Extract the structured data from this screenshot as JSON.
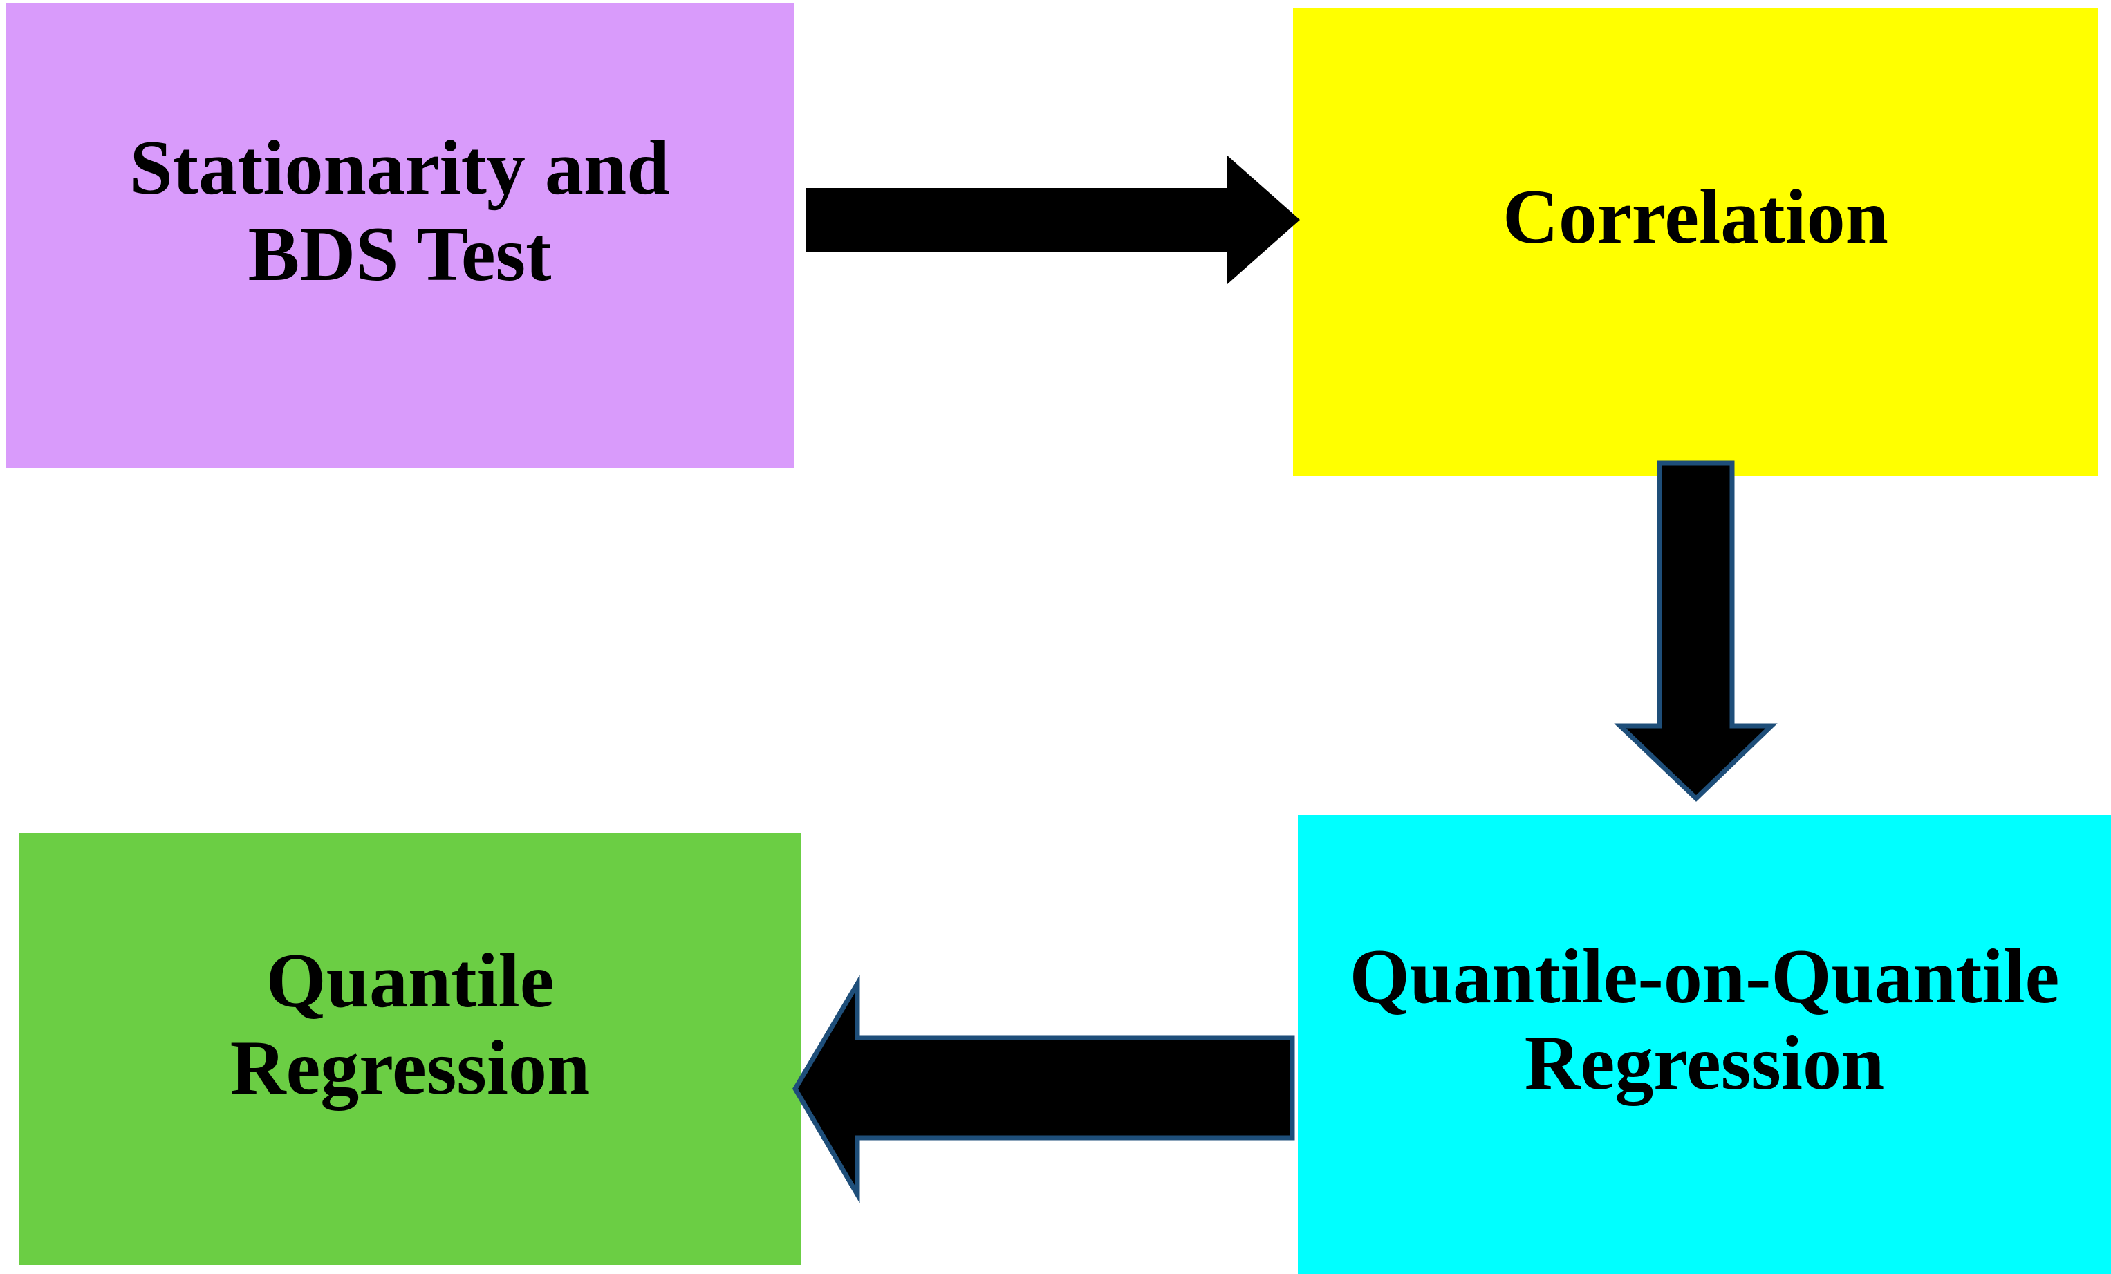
{
  "diagram": {
    "background_color": "#FFFFFF",
    "text_color": "#000000",
    "boxes": [
      {
        "name": "stationarity-bds-test",
        "label": "Stationarity and BDS Test",
        "lines": [
          "Stationarity and",
          "BDS Test"
        ],
        "color": "#D99BFB"
      },
      {
        "name": "correlation",
        "label": "Correlation",
        "lines": [
          "Correlation"
        ],
        "color": "#FFFF00"
      },
      {
        "name": "quantile-on-quantile-regression",
        "label": "Quantile-on-Quantile Regression",
        "lines": [
          "Quantile-on-Quantile",
          "Regression"
        ],
        "color": "#00FFFF"
      },
      {
        "name": "quantile-regression",
        "label": "Quantile Regression",
        "lines": [
          "Quantile",
          "Regression"
        ],
        "color": "#6BCE44"
      }
    ],
    "arrows": [
      {
        "name": "stationarity-to-correlation",
        "direction": "right",
        "from": "Stationarity and BDS Test",
        "to": "Correlation",
        "fill": "#000000",
        "outline": "none"
      },
      {
        "name": "correlation-to-qq-regression",
        "direction": "down",
        "from": "Correlation",
        "to": "Quantile-on-Quantile Regression",
        "fill": "#000000",
        "outline": "#1E4E79"
      },
      {
        "name": "qq-regression-to-quantile-regression",
        "direction": "left",
        "from": "Quantile-on-Quantile Regression",
        "to": "Quantile Regression",
        "fill": "#000000",
        "outline": "#1E4E79"
      }
    ]
  }
}
